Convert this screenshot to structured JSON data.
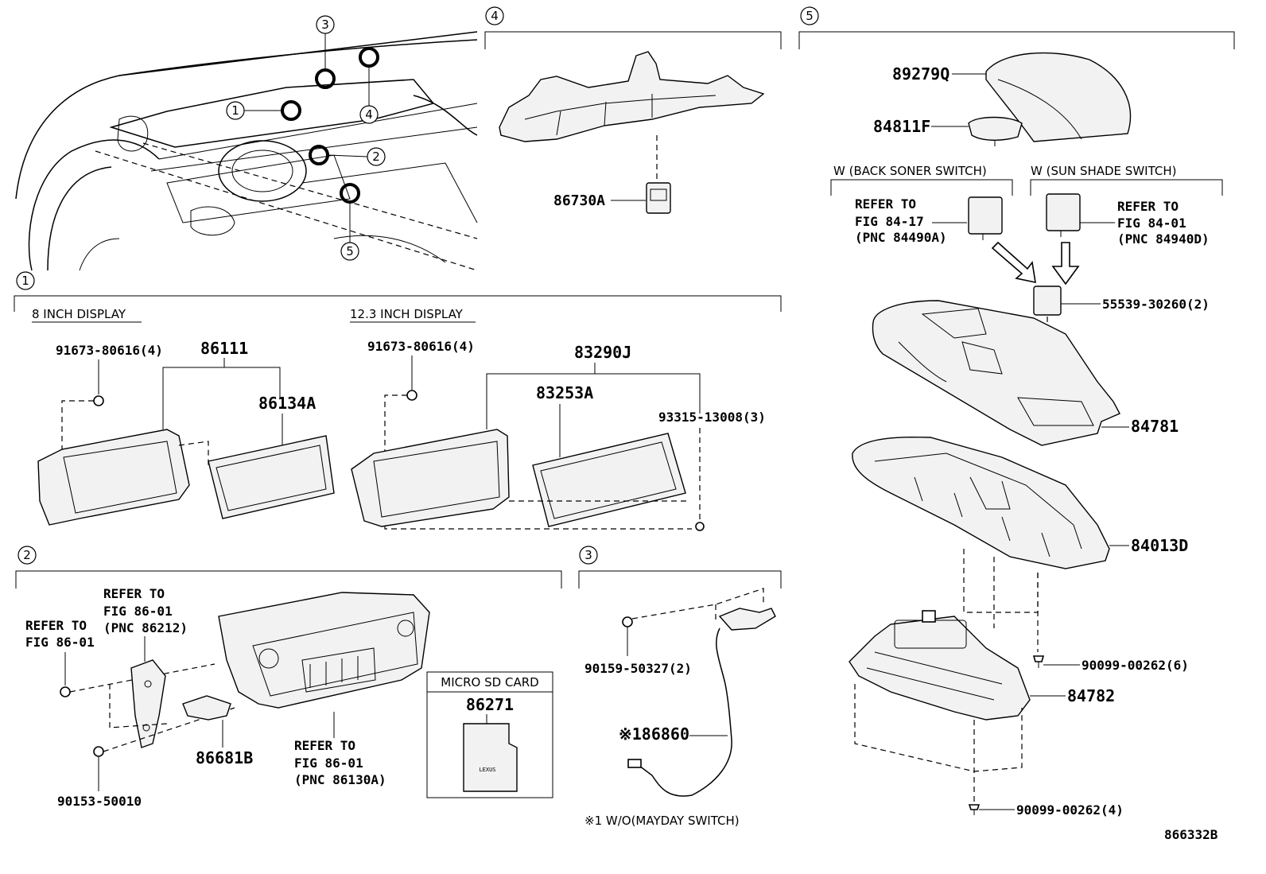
{
  "overview": {
    "callouts": [
      "1",
      "2",
      "3",
      "4",
      "5"
    ]
  },
  "section1": {
    "number": "1",
    "display8": {
      "header": "8 INCH DISPLAY",
      "bolt": "91673-80616(4)",
      "assembly": "86111",
      "panel": "86134A"
    },
    "display12": {
      "header": "12.3 INCH DISPLAY",
      "bolt": "91673-80616(4)",
      "assembly": "83290J",
      "panel": "83253A",
      "screw": "93315-13008(3)"
    }
  },
  "section2": {
    "number": "2",
    "refer_left": [
      "REFER TO",
      "FIG 86-01"
    ],
    "refer_bracket": [
      "REFER TO",
      "FIG 86-01",
      "(PNC 86212)"
    ],
    "refer_unit": [
      "REFER TO",
      "FIG 86-01",
      "(PNC 86130A)"
    ],
    "bracket_part": "86681B",
    "screw": "90153-50010",
    "sd_card_title": "MICRO SD CARD",
    "sd_card_part": "86271",
    "sd_logo": "LEXUS"
  },
  "section3": {
    "number": "3",
    "bolt": "90159-50327(2)",
    "mic": "※186860",
    "note": "※1 W/O(MAYDAY SWITCH)"
  },
  "section4": {
    "number": "4",
    "part": "86730A"
  },
  "section5": {
    "number": "5",
    "lid": "89279Q",
    "knob": "84811F",
    "switch_left_header": "W (BACK SONER SWITCH)",
    "switch_right_header": "W (SUN SHADE SWITCH)",
    "refer_left": [
      "REFER TO",
      "FIG 84-17",
      "(PNC 84490A)"
    ],
    "refer_right": [
      "REFER TO",
      "FIG 84-01",
      "(PNC 84940D)"
    ],
    "switch": "55539-30260(2)",
    "bezel": "84781",
    "frame": "84013D",
    "screw_top": "90099-00262(6)",
    "controller": "84782",
    "screw_bottom": "90099-00262(4)"
  },
  "diagram_id": "866332B"
}
